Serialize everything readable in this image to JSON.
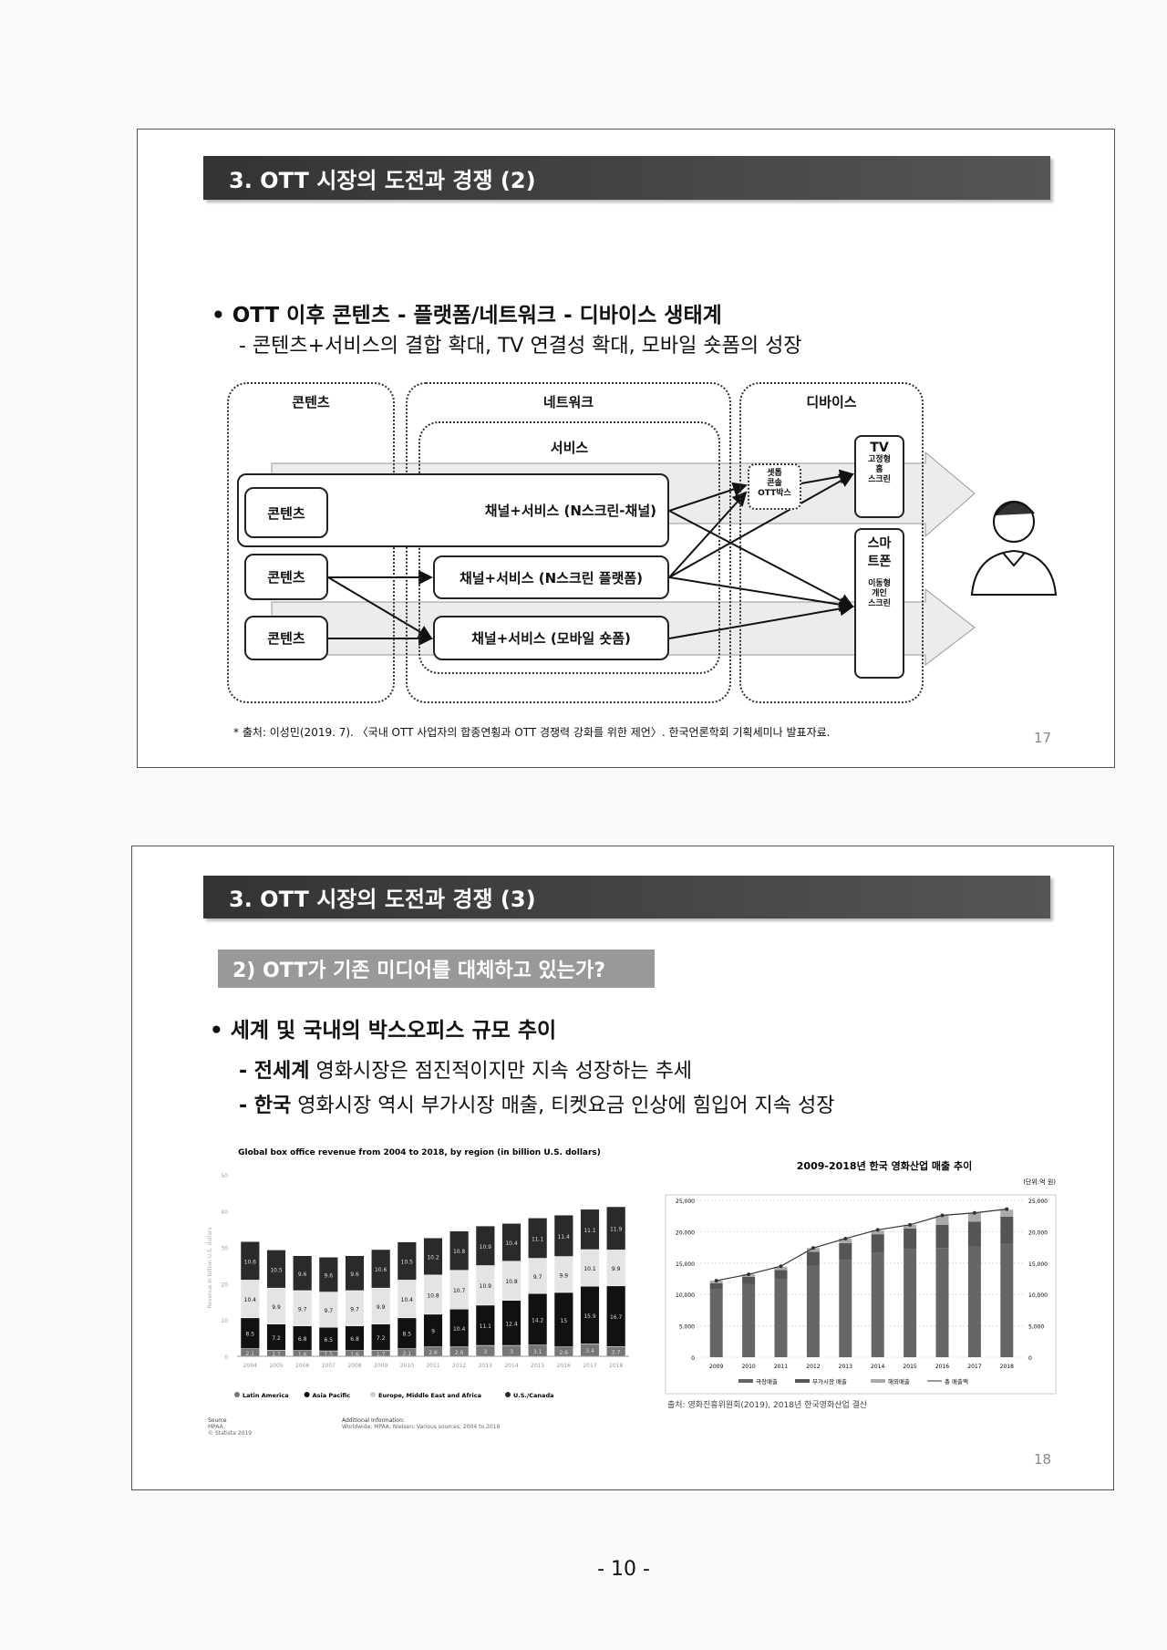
{
  "slide1": {
    "title": "3. OTT 시장의 도전과 경쟁 (2)",
    "bullet": "OTT 이후 콘텐츠 - 플랫폼/네트워크 - 디바이스 생태계",
    "sub": "- 콘텐츠+서비스의 결합 확대, TV 연결성 확대, 모바일 숏폼의 성장",
    "diagram": {
      "col_contents": "콘텐츠",
      "col_network": "네트워크",
      "col_device": "디바이스",
      "service": "서비스",
      "content_box": "콘텐츠",
      "channel1": "채널+서비스 (N스크린-채널)",
      "channel2": "채널+서비스 (N스크린 플랫폼)",
      "channel3": "채널+서비스 (모바일 숏폼)",
      "settop": "셋톱\n콘솔\nOTT박스",
      "tv": "TV",
      "tv_sub": "고정형\n홈\n스크린",
      "phone": "스마\n트폰",
      "phone_sub": "이동형\n개인\n스크린"
    },
    "footnote": "* 출처: 이성민(2019. 7). 〈국내 OTT 사업자의 합종연횡과 OTT 경쟁력 강화를 위한 제언〉. 한국언론학회 기획세미나 발표자료.",
    "page": "17"
  },
  "slide2": {
    "title": "3. OTT 시장의 도전과 경쟁 (3)",
    "subheading": "2) OTT가 기존 미디어를 대체하고 있는가?",
    "bullet": "세계 및 국내의 박스오피스 규모 추이",
    "line1_bold": "- 전세계",
    "line1": " 영화시장은 점진적이지만 지속 성장하는 추세",
    "line2_bold": "- 한국",
    "line2": " 영화시장 역시 부가시장 매출, 티켓요금 인상에 힘입어 지속 성장",
    "source_label": "Source",
    "source_lines": "MPAA\n© Statista 2019",
    "additional_label": "Additional Information:",
    "additional_text": "Worldwide; MPAA; Nielsen; Various sources; 2004 to 2018",
    "korea_source": "출처: 영화진흥위원회(2019), 2018년 한국영화산업 결산",
    "page": "18"
  },
  "page_number": "- 10 -",
  "chart_data": [
    {
      "type": "bar",
      "stacked": true,
      "title": "Global box office revenue from 2004 to 2018, by region (in billion U.S. dollars)",
      "ylabel": "Revenue in billion U.S. dollars",
      "ylim": [
        0,
        50
      ],
      "yticks": [
        0,
        10,
        20,
        30,
        40,
        50
      ],
      "categories": [
        "2004",
        "2005",
        "2006",
        "2007",
        "2008",
        "2009",
        "2010",
        "2011",
        "2012",
        "2013",
        "2014",
        "2015",
        "2016",
        "2017",
        "2018"
      ],
      "legend": "bottom",
      "series": [
        {
          "name": "Latin America",
          "color": "#777777",
          "values": [
            2.1,
            1.7,
            1.6,
            1.5,
            1.6,
            1.7,
            2.1,
            2.6,
            2.6,
            3,
            3,
            3.1,
            2.6,
            3.4,
            2.7
          ]
        },
        {
          "name": "Asia Pacific",
          "color": "#111111",
          "values": [
            8.5,
            7.2,
            6.8,
            6.5,
            6.8,
            7.2,
            8.5,
            9,
            10.4,
            11.1,
            12.4,
            14.2,
            15,
            15.9,
            16.7
          ]
        },
        {
          "name": "Europe, Middle East and Africa",
          "color": "#e4e4e4",
          "values": [
            10.4,
            9.9,
            9.7,
            9.7,
            9.7,
            9.9,
            10.4,
            10.8,
            10.7,
            10.9,
            10.8,
            9.7,
            9.9,
            10.1,
            9.9
          ]
        },
        {
          "name": "U.S./Canada",
          "color": "#2a2a2a",
          "values": [
            10.6,
            10.5,
            9.6,
            9.6,
            9.6,
            10.6,
            10.5,
            10.2,
            10.8,
            10.9,
            10.4,
            11.1,
            11.4,
            11.1,
            11.9
          ]
        }
      ]
    },
    {
      "type": "bar",
      "stacked": true,
      "title": "2009-2018년 한국 영화산업 매출 추이",
      "unit": "(단위:억 원)",
      "ylim": [
        0,
        25000
      ],
      "yticks": [
        0,
        5000,
        10000,
        15000,
        20000,
        25000
      ],
      "categories": [
        "2009",
        "2010",
        "2011",
        "2012",
        "2013",
        "2014",
        "2015",
        "2016",
        "2017",
        "2018"
      ],
      "legend": "bottom",
      "series": [
        {
          "name": "극장매출",
          "color": "#666666",
          "values": [
            10900,
            11700,
            12400,
            14600,
            15500,
            16600,
            17200,
            17400,
            17600,
            18100
          ]
        },
        {
          "name": "부가시장 매출",
          "color": "#555555",
          "values": [
            900,
            1100,
            1500,
            2200,
            2700,
            3000,
            3300,
            3700,
            4000,
            4300
          ]
        },
        {
          "name": "해외매출",
          "color": "#aaaaaa",
          "values": [
            400,
            400,
            500,
            600,
            700,
            600,
            600,
            1500,
            1400,
            1100
          ]
        },
        {
          "name": "총 매출액",
          "type": "line",
          "color": "#333333",
          "values": [
            12200,
            13200,
            14500,
            17400,
            18900,
            20300,
            21100,
            22600,
            23000,
            23600
          ]
        }
      ]
    }
  ]
}
